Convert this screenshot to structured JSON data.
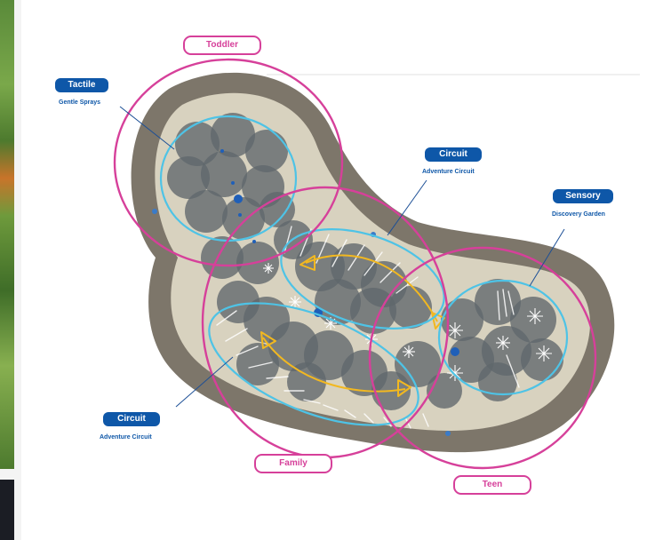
{
  "zones": {
    "toddler": "Toddler",
    "family": "Family",
    "teen": "Teen"
  },
  "callouts": [
    {
      "badge": "Tactile",
      "subtitle": "Gentle Sprays"
    },
    {
      "badge": "Circuit",
      "subtitle": "Adventure Circuit"
    },
    {
      "badge": "Sensory",
      "subtitle": "Discovery Garden"
    },
    {
      "badge": "Circuit",
      "subtitle": "Adventure Circuit"
    }
  ],
  "colors": {
    "zone_ring": "#d6409a",
    "activity_ring": "#4ec3e6",
    "badge": "#0e57a8",
    "flow_arrow": "#f2b820"
  }
}
